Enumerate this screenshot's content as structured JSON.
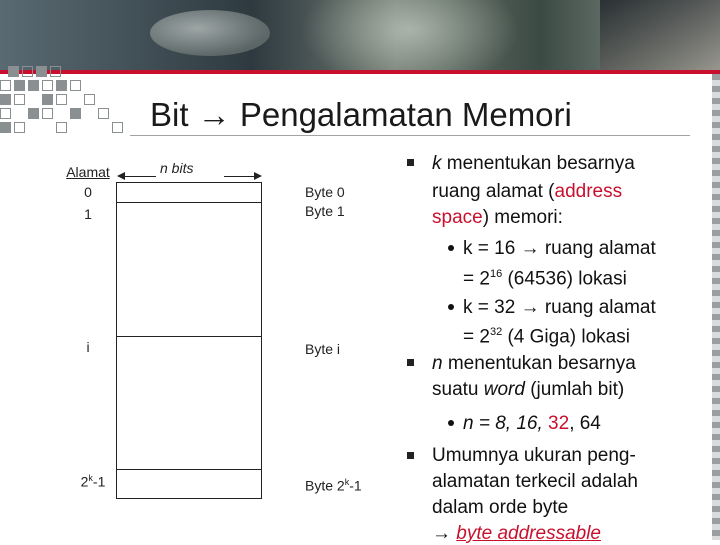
{
  "title": {
    "left": "Bit",
    "arrow": "→",
    "right": "Pengalamatan Memori"
  },
  "diagram": {
    "alamat_label": "Alamat",
    "addr_0": "0",
    "addr_1": "1",
    "addr_i": "i",
    "addr_last_base": "2",
    "addr_last_sup": "k",
    "addr_last_tail": "-1",
    "nbits_label": "n bits",
    "byte_0": "Byte 0",
    "byte_1": "Byte 1",
    "byte_i": "Byte i",
    "byte_last_base": "Byte 2",
    "byte_last_sup": "k",
    "byte_last_tail": "-1"
  },
  "bullets": {
    "b1_k": "k",
    "b1_text": " menentukan besarnya",
    "b1_line2_a": "ruang alamat (",
    "b1_line2_red": "address",
    "b1_line3_red": "space",
    "b1_line3_b": ") memori:",
    "s1_line1": "k = 16 → ruang alamat",
    "s1_line2_a": "= 2",
    "s1_line2_sup": "16",
    "s1_line2_b": " (64536) lokasi",
    "s2_line1": "k = 32 → ruang alamat",
    "s2_line2_a": "= 2",
    "s2_line2_sup": "32",
    "s2_line2_b": " (4 Giga) lokasi",
    "b2_n": "n",
    "b2_text": " menentukan besarnya",
    "b2_line2_a": "suatu ",
    "b2_line2_word": "word",
    "b2_line2_b": " (jumlah bit)",
    "s3_a": "n = 8, 16, ",
    "s3_red": "32",
    "s3_b": ", 64",
    "b3_line1": "Umumnya ukuran peng-",
    "b3_line2": "alamatan terkecil adalah",
    "b3_line3": "dalam orde byte",
    "b3_line4_arrow": "→",
    "b3_line4_red": "byte addressable"
  },
  "colors": {
    "accent": "#c8102e",
    "text": "#111111"
  }
}
